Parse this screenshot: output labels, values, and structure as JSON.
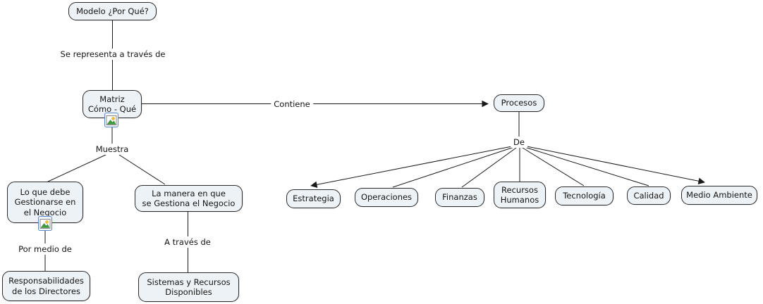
{
  "nodes": {
    "modelo": {
      "label": "Modelo ¿Por Qué?"
    },
    "matriz": {
      "label": "Matriz\nCómo - Qué"
    },
    "procesos": {
      "label": "Procesos"
    },
    "lo_que_debe": {
      "label": "Lo que debe\nGestionarse en\nel Negocio"
    },
    "la_manera": {
      "label": "La manera en que\nse Gestiona el Negocio"
    },
    "responsabilidades": {
      "label": "Responsabilidades\nde los Directores"
    },
    "sistemas": {
      "label": "Sistemas y Recursos\nDisponibles"
    },
    "estrategia": {
      "label": "Estrategia"
    },
    "operaciones": {
      "label": "Operaciones"
    },
    "finanzas": {
      "label": "Finanzas"
    },
    "recursos_humanos": {
      "label": "Recursos\nHumanos"
    },
    "tecnologia": {
      "label": "Tecnología"
    },
    "calidad": {
      "label": "Calidad"
    },
    "medio_ambiente": {
      "label": "Medio Ambiente"
    }
  },
  "linking_phrases": {
    "se_representa": "Se representa a través de",
    "contiene": "Contiene",
    "muestra": "Muestra",
    "de": "De",
    "por_medio": "Por medio de",
    "a_traves": "A través de"
  },
  "icons": {
    "image_attachment": "image-attachment"
  },
  "colors": {
    "node_fill": "#edf2f6",
    "node_border": "#2b2b2b",
    "edge_line": "#1a1a1a",
    "icon_border": "#5b87c5",
    "icon_sun": "#f2c230",
    "icon_mountain": "#3f9b3f",
    "background": "#ffffff"
  }
}
